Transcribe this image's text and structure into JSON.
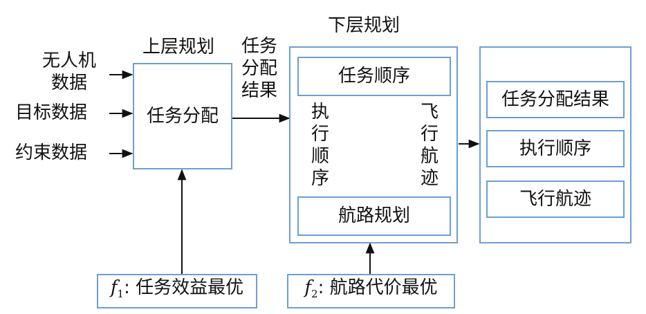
{
  "upper": {
    "title": "上层规划",
    "box": "任务分配",
    "inputs": [
      "无人机\n数据",
      "目标数据",
      "约束数据"
    ],
    "objective_var": "f",
    "objective_sub": "1",
    "objective_text": ": 任务效益最优"
  },
  "transfer_label": "任务\n分配\n结果",
  "lower": {
    "title": "下层规划",
    "top_box": "任务顺序",
    "bottom_box": "航路规划",
    "down_label": "执行顺序",
    "up_label": "飞行航迹",
    "objective_var": "f",
    "objective_sub": "2",
    "objective_text": ": 航路代价最优"
  },
  "outputs": [
    "任务分配结果",
    "执行顺序",
    "飞行航迹"
  ],
  "colors": {
    "box_border": "#6b9ed6",
    "arrow": "#111111"
  }
}
